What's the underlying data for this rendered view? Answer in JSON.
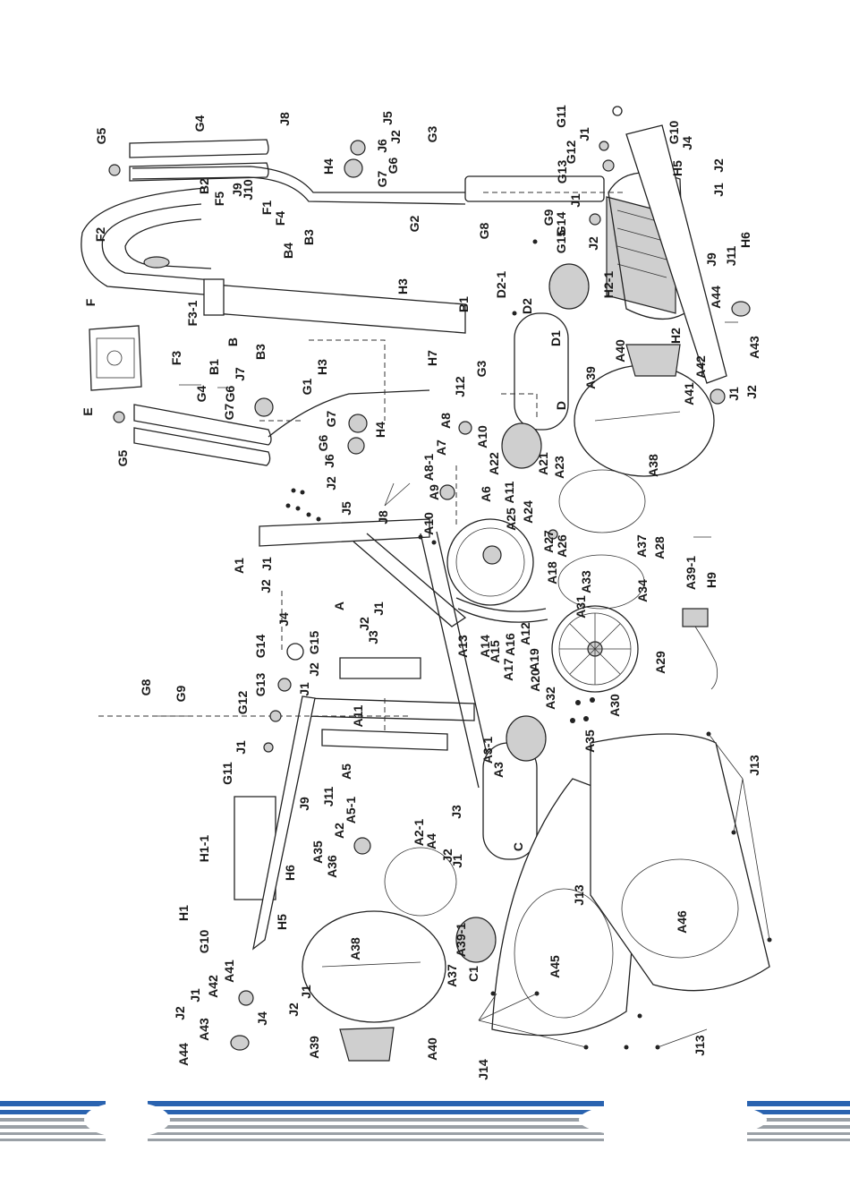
{
  "parts": {
    "A": "A",
    "A1": "A1",
    "A2": "A2",
    "A2_1": "A2-1",
    "A3": "A3",
    "A3_1": "A3-1",
    "A4": "A4",
    "A5": "A5",
    "A5_1": "A5-1",
    "A6": "A6",
    "A7": "A7",
    "A8": "A8",
    "A8_1": "A8-1",
    "A9": "A9",
    "A10": "A10",
    "A11": "A11",
    "A12": "A12",
    "A13": "A13",
    "A14": "A14",
    "A15": "A15",
    "A16": "A16",
    "A17": "A17",
    "A18": "A18",
    "A19": "A19",
    "A20": "A20",
    "A21": "A21",
    "A22": "A22",
    "A23": "A23",
    "A24": "A24",
    "A25": "A25",
    "A26": "A26",
    "A27": "A27",
    "A28": "A28",
    "A29": "A29",
    "A30": "A30",
    "A31": "A31",
    "A32": "A32",
    "A33": "A33",
    "A34": "A34",
    "A35": "A35",
    "A36": "A36",
    "A37": "A37",
    "A38": "A38",
    "A39": "A39",
    "A39_1": "A39-1",
    "A40": "A40",
    "A41": "A41",
    "A42": "A42",
    "A43": "A43",
    "A44": "A44",
    "A45": "A45",
    "A46": "A46",
    "B": "B",
    "B1": "B1",
    "B2": "B2",
    "B3": "B3",
    "B4": "B4",
    "C": "C",
    "C1": "C1",
    "D": "D",
    "D1": "D1",
    "D2": "D2",
    "D2_1": "D2-1",
    "E": "E",
    "F": "F",
    "F1": "F1",
    "F2": "F2",
    "F3": "F3",
    "F3_1": "F3-1",
    "F4": "F4",
    "F5": "F5",
    "G1": "G1",
    "G2": "G2",
    "G3": "G3",
    "G4": "G4",
    "G5": "G5",
    "G6": "G6",
    "G7": "G7",
    "G8": "G8",
    "G9": "G9",
    "G10": "G10",
    "G11": "G11",
    "G12": "G12",
    "G13": "G13",
    "G14": "G14",
    "G15": "G15",
    "H1": "H1",
    "H1_1": "H1-1",
    "H2": "H2",
    "H2_1": "H2-1",
    "H3": "H3",
    "H4": "H4",
    "H5": "H5",
    "H6": "H6",
    "H7": "H7",
    "H9": "H9",
    "J1": "J1",
    "J2": "J2",
    "J3": "J3",
    "J4": "J4",
    "J5": "J5",
    "J6": "J6",
    "J7": "J7",
    "J8": "J8",
    "J9": "J9",
    "J10": "J10",
    "J11": "J11",
    "J12": "J12",
    "J13": "J13",
    "J14": "J14"
  },
  "colors": {
    "stripe_blue": "#2a63b0",
    "stripe_grey": "#9aa0a6",
    "ink": "#1a1a1a"
  }
}
